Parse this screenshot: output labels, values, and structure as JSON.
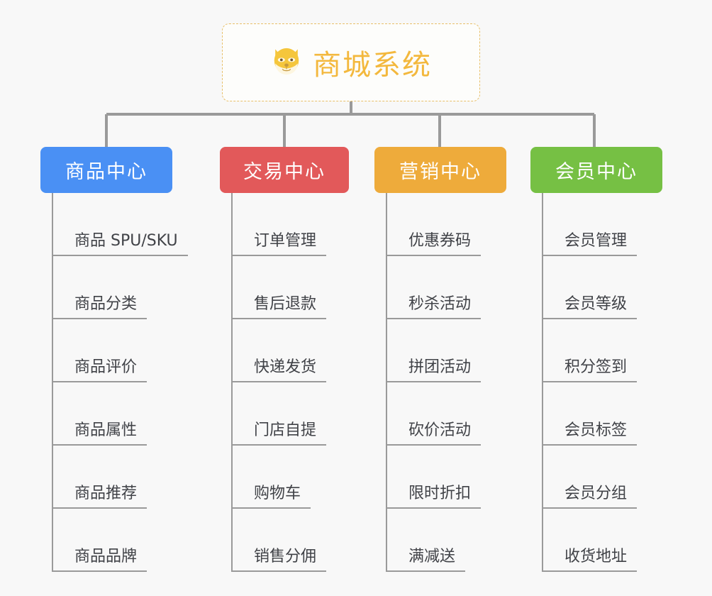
{
  "canvas": {
    "background": "#f8f8f8",
    "line_color": "#9a9a9a"
  },
  "root": {
    "icon": "dog-face-icon",
    "title": "商城系统",
    "title_color": "#f3b83d",
    "border_color": "#e8c06a"
  },
  "branches": [
    {
      "id": "product-center",
      "label": "商品中心",
      "color": "#4a90f4",
      "items": [
        "商品 SPU/SKU",
        "商品分类",
        "商品评价",
        "商品属性",
        "商品推荐",
        "商品品牌"
      ]
    },
    {
      "id": "trade-center",
      "label": "交易中心",
      "color": "#e2595a",
      "items": [
        "订单管理",
        "售后退款",
        "快递发货",
        "门店自提",
        "购物车",
        "销售分佣"
      ]
    },
    {
      "id": "marketing-center",
      "label": "营销中心",
      "color": "#eeab3b",
      "items": [
        "优惠券码",
        "秒杀活动",
        "拼团活动",
        "砍价活动",
        "限时折扣",
        "满减送"
      ]
    },
    {
      "id": "member-center",
      "label": "会员中心",
      "color": "#76c044",
      "items": [
        "会员管理",
        "会员等级",
        "积分签到",
        "会员标签",
        "会员分组",
        "收货地址"
      ]
    }
  ]
}
